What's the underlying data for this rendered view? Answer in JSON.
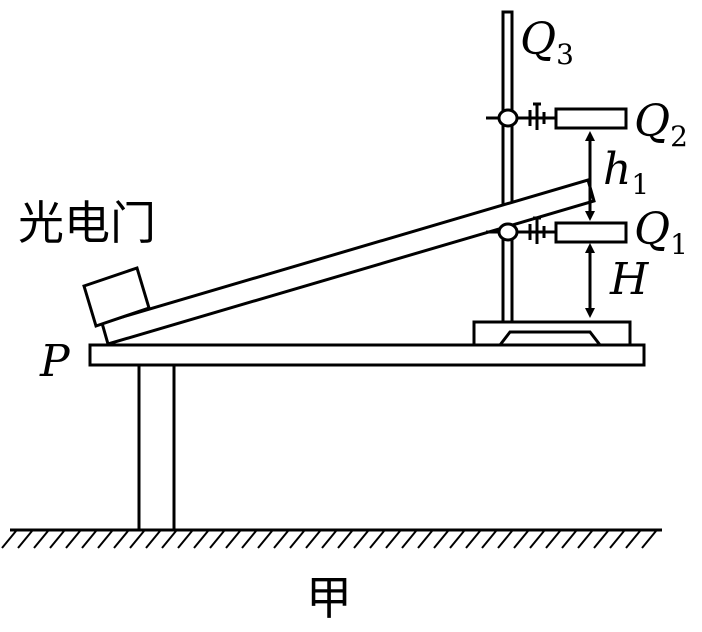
{
  "labels": {
    "photogate": "光电门",
    "point_p": "P",
    "q3": {
      "main": "Q",
      "sub": "3"
    },
    "q2": {
      "main": "Q",
      "sub": "2"
    },
    "q1": {
      "main": "Q",
      "sub": "1"
    },
    "h1": {
      "main": "h",
      "sub": "1"
    },
    "height": "H",
    "caption": "甲"
  },
  "colors": {
    "ink": "#000000",
    "paper": "#ffffff"
  }
}
